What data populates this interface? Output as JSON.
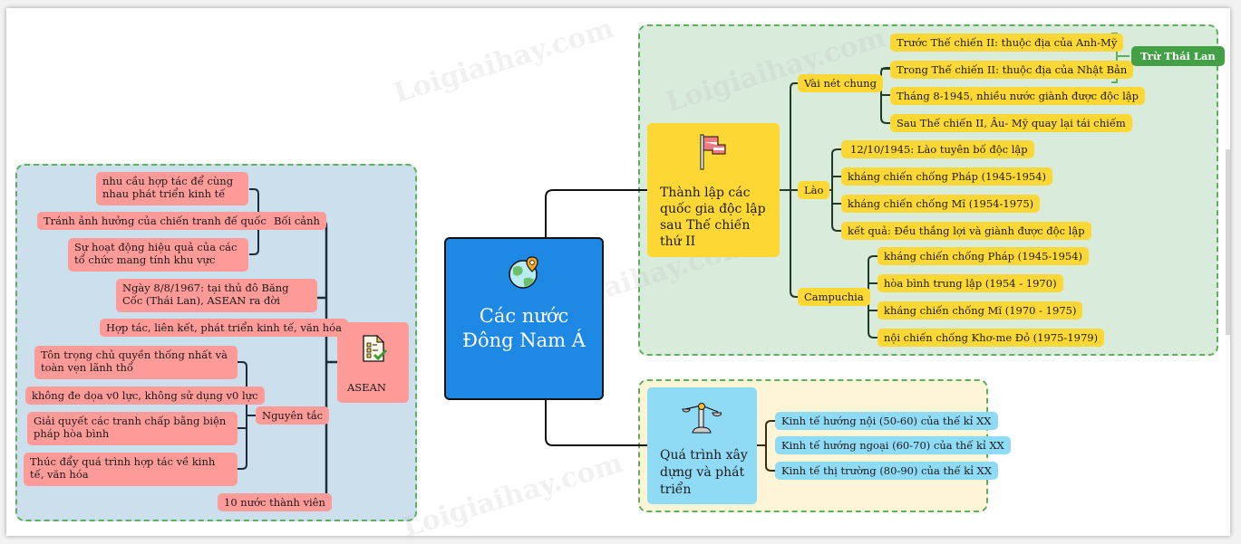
{
  "watermark": "Loigiaihay.com",
  "root": {
    "label": "Các nước Đông Nam Á",
    "icon": "globe-pin-icon",
    "color": "#1e88e5"
  },
  "asean": {
    "label": "ASEAN",
    "icon": "checklist-icon",
    "boi_canh": {
      "label": "Bối cảnh",
      "items": [
        "nhu cầu hợp tác để cùng nhau phát triển kinh tế",
        "Tránh ảnh hưởng của chiến tranh đế quốc",
        "Sự hoạt động hiệu quả của các tổ chức mang tính khu vực"
      ]
    },
    "founding": "Ngày 8/8/1967: tại thủ đô Băng Cốc (Thái Lan), ASEAN ra đời",
    "goal": "Hợp tác, liên kết, phát triển kinh tế, văn hóa",
    "nguyen_tac": {
      "label": "Nguyên tắc",
      "items": [
        "Tôn trọng chủ quyền thống nhất và toàn vẹn lãnh thổ",
        "không đe dọa v0 lực, không sử dụng v0 lực",
        "Giải quyết các tranh chấp bằng biện pháp hòa bình",
        "Thúc đẩy quá trình hợp tác về kinh tế, văn hóa"
      ]
    },
    "members": "10 nước thành viên"
  },
  "independence": {
    "label": "Thành lập các quốc gia độc lập sau Thế chiến thứ II",
    "icon": "flag-icon",
    "vai_net_chung": {
      "label": "Vài nét chung",
      "items": [
        "Trước Thế chiến II: thuộc địa của Anh-Mỹ",
        "Trong Thế chiến II: thuộc địa của Nhật Bản",
        "Tháng 8-1945, nhiều nước giành được độc lập",
        "Sau Thế chiến II, Âu- Mỹ quay lại tái chiếm"
      ],
      "summary": "Trừ Thái Lan"
    },
    "lao": {
      "label": "Lào",
      "items": [
        "12/10/1945: Lào tuyên bố độc lập",
        "kháng chiến chống Pháp (1945-1954)",
        "kháng chiến chống Mĩ (1954-1975)",
        "kết quả: Đều thắng lợi và giành được độc lập"
      ]
    },
    "campuchia": {
      "label": "Campuchia",
      "items": [
        "kháng chiến chống Pháp (1945-1954)",
        " hòa bình trung lập (1954 - 1970)",
        "kháng chiến chống Mĩ (1970 - 1975)",
        "nội chiến chống Khơ-me Đỏ (1975-1979)"
      ]
    }
  },
  "development": {
    "label": "Quá trình xây dựng và phát triển",
    "icon": "scale-icon",
    "items": [
      "Kinh tế hướng nội (50-60) của thế kỉ XX",
      "Kinh tế hướng ngoại (60-70) của thế kỉ XX",
      "Kinh tế thị trường (80-90) của thế kỉ XX"
    ]
  }
}
